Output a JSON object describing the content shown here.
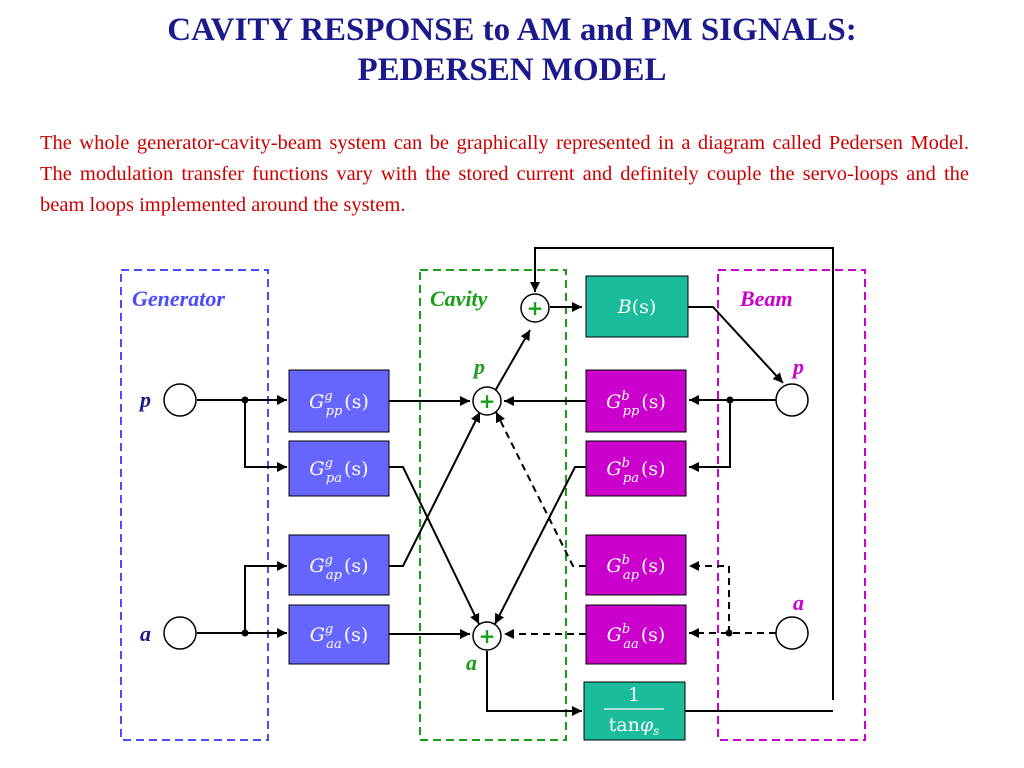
{
  "title": {
    "line1": "CAVITY RESPONSE to AM and PM SIGNALS:",
    "line2": "PEDERSEN MODEL"
  },
  "intro": "The whole generator-cavity-beam system can be graphically represented in a diagram called Pedersen Model. The modulation transfer functions vary with the stored current and definitely couple the servo-loops and the beam loops implemented around the system.",
  "colors": {
    "title": "#1a1a8c",
    "intro_text": "#cc0000",
    "generator": "#4a4aff",
    "cavity": "#1a9e1a",
    "beam": "#cc00cc",
    "generator_block": "#6666ff",
    "beam_block": "#cc00cc",
    "cavity_block": "#1abc9c"
  },
  "diagram": {
    "regions": {
      "generator": "Generator",
      "cavity": "Cavity",
      "beam": "Beam"
    },
    "signals": {
      "gen_p": "p",
      "gen_a": "a",
      "cav_p": "p",
      "cav_a": "a",
      "beam_p": "p",
      "beam_a": "a"
    },
    "sum_symbol": "+",
    "blocks": {
      "generator": [
        {
          "id": "Gpp",
          "base": "G",
          "sup": "g",
          "sub": "pp",
          "arg": "(s)"
        },
        {
          "id": "Gpa",
          "base": "G",
          "sup": "g",
          "sub": "pa",
          "arg": "(s)"
        },
        {
          "id": "Gap",
          "base": "G",
          "sup": "g",
          "sub": "ap",
          "arg": "(s)"
        },
        {
          "id": "Gaa",
          "base": "G",
          "sup": "g",
          "sub": "aa",
          "arg": "(s)"
        }
      ],
      "beam": [
        {
          "id": "Bpp",
          "base": "G",
          "sup": "b",
          "sub": "pp",
          "arg": "(s)"
        },
        {
          "id": "Bpa",
          "base": "G",
          "sup": "b",
          "sub": "pa",
          "arg": "(s)"
        },
        {
          "id": "Bap",
          "base": "G",
          "sup": "b",
          "sub": "ap",
          "arg": "(s)"
        },
        {
          "id": "Baa",
          "base": "G",
          "sup": "b",
          "sub": "aa",
          "arg": "(s)"
        }
      ],
      "Bs": {
        "base": "B",
        "arg": "(s)"
      },
      "tan": {
        "numerator": "1",
        "denominator": "tan",
        "symbol": "φ",
        "sub": "s"
      }
    }
  }
}
